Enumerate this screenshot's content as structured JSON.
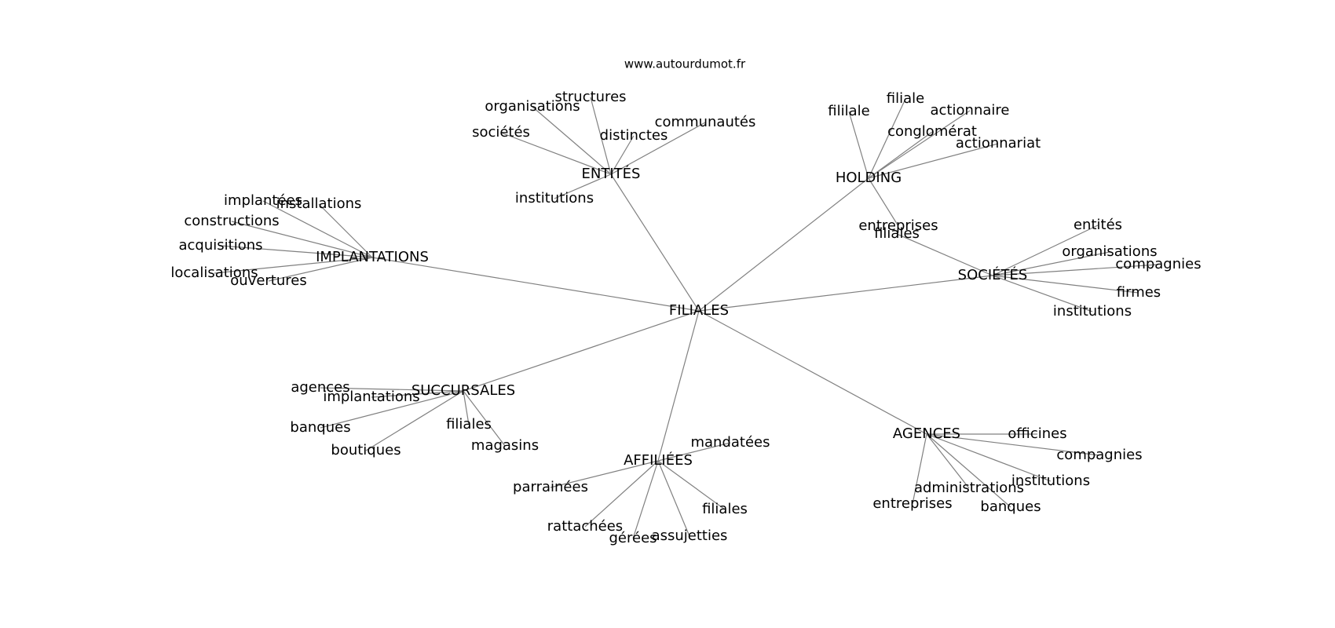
{
  "site": "www.autourdumot.fr",
  "graph": {
    "center": "FILIALES",
    "clusters": [
      {
        "label": "ENTITÉS",
        "children": [
          "organisations",
          "structures",
          "communautés",
          "distinctes",
          "sociétés",
          "institutions"
        ]
      },
      {
        "label": "HOLDING",
        "children": [
          "fililale",
          "filiale",
          "actionnaire",
          "conglomérat",
          "actionnariat",
          "entreprises"
        ]
      },
      {
        "label": "IMPLANTATIONS",
        "children": [
          "implantées",
          "installations",
          "constructions",
          "acquisitions",
          "localisations",
          "ouvertures"
        ]
      },
      {
        "label": "SOCIÉTÉS",
        "children": [
          "filiales",
          "entités",
          "organisations",
          "compagnies",
          "firmes",
          "institutions"
        ]
      },
      {
        "label": "SUCCURSALES",
        "children": [
          "agences",
          "implantations",
          "banques",
          "boutiques",
          "filiales",
          "magasins"
        ]
      },
      {
        "label": "AFFILIÉES",
        "children": [
          "mandatées",
          "parrainées",
          "rattachées",
          "gérées",
          "assujetties",
          "filiales"
        ]
      },
      {
        "label": "AGENCES",
        "children": [
          "officines",
          "compagnies",
          "institutions",
          "administrations",
          "entreprises",
          "banques"
        ]
      }
    ]
  }
}
